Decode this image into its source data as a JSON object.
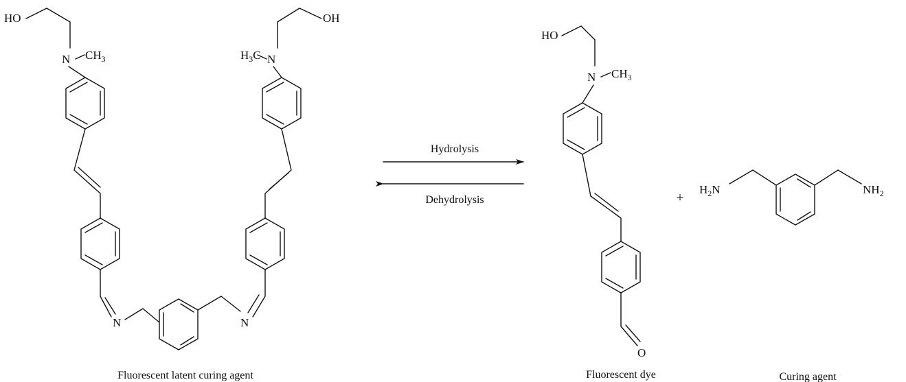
{
  "labels": {
    "hydrolysis": "Hydrolysis",
    "dehydrolysis": "Dehydrolysis",
    "plus": "+",
    "caption_latent": "Fluorescent latent curing agent",
    "caption_dye": "Fluorescent dye",
    "caption_curing": "Curing agent"
  },
  "atoms": {
    "ho": "HO",
    "oh": "OH",
    "n": "N",
    "c": "C",
    "ch": "CH",
    "h": "H",
    "three": "3",
    "two": "2",
    "o": "O"
  }
}
